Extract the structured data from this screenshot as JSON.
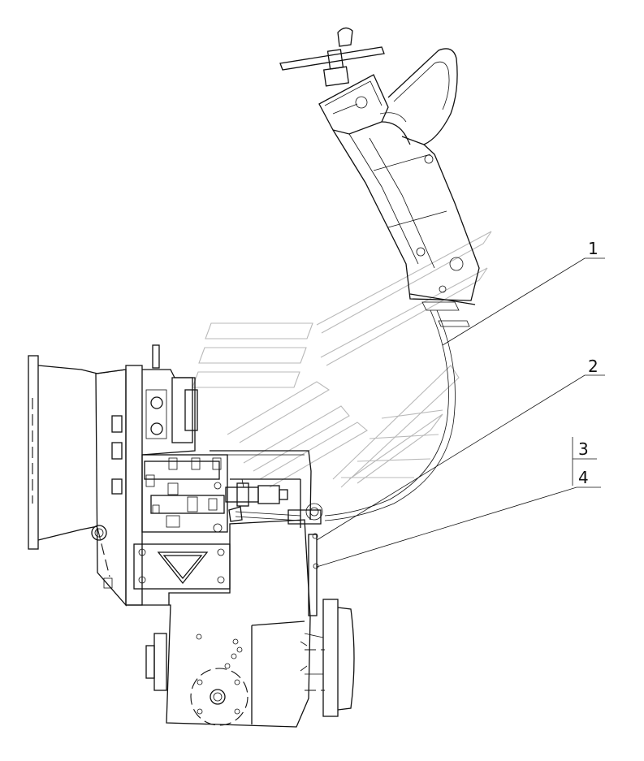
{
  "callouts": [
    {
      "id": "1",
      "label": "1"
    },
    {
      "id": "2",
      "label": "2"
    },
    {
      "id": "3",
      "label": "3"
    },
    {
      "id": "4",
      "label": "4"
    }
  ],
  "colors": {
    "line": "#111111",
    "watermark": "#b9b9b9",
    "background": "#ffffff"
  }
}
